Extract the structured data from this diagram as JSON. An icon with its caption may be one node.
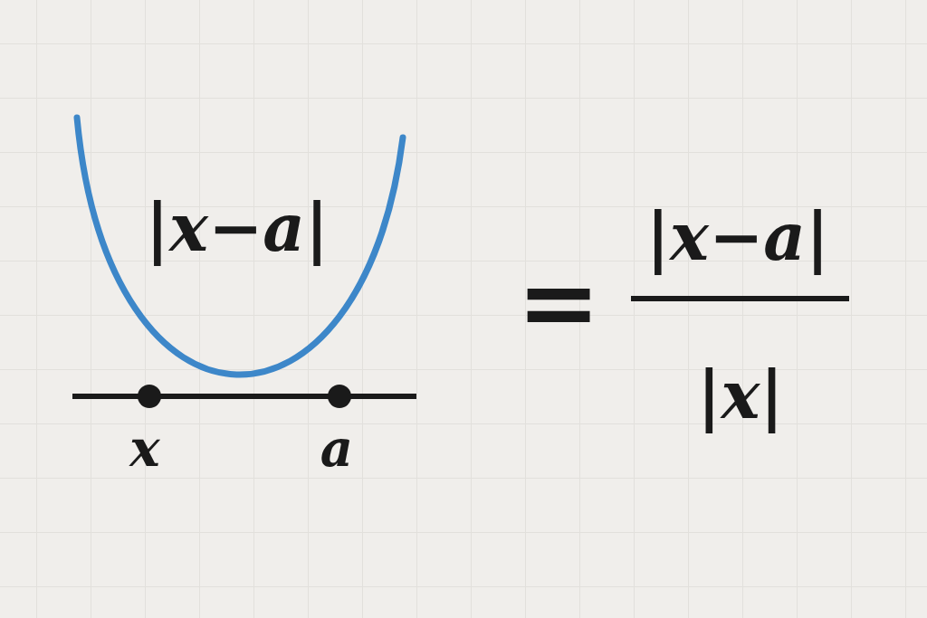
{
  "diagram": {
    "labels": [
      "|x−a|",
      "|x−a|",
      "=",
      "|x|",
      "x",
      "a"
    ]
  }
}
